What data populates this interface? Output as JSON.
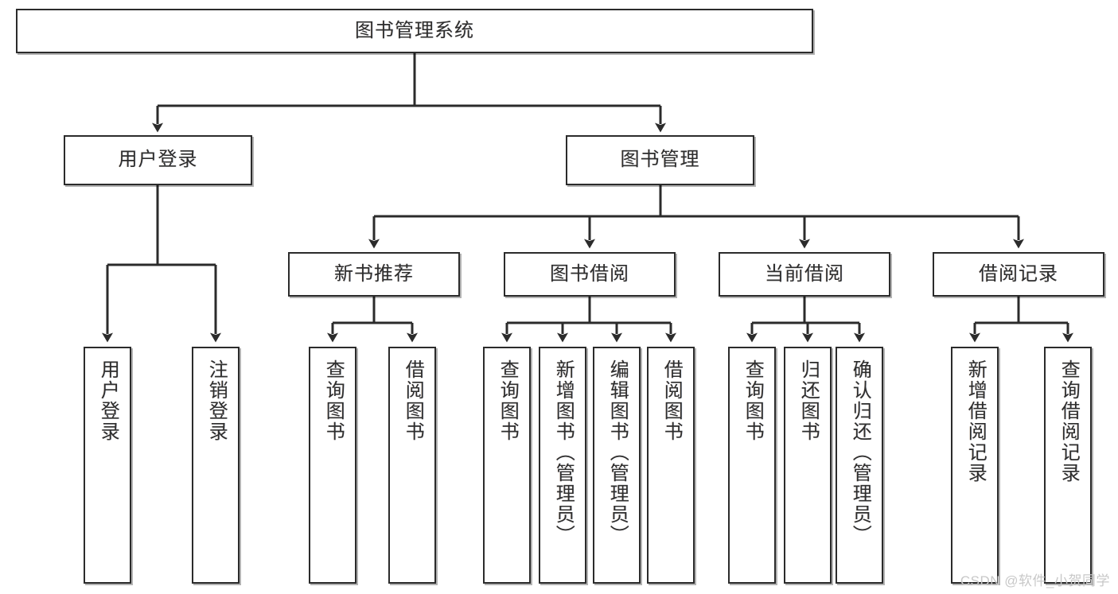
{
  "diagram": {
    "title": "图书管理系统",
    "type": "tree",
    "root": {
      "label": "图书管理系统"
    },
    "level2": [
      {
        "label": "用户登录"
      },
      {
        "label": "图书管理"
      }
    ],
    "level3": [
      {
        "label": "新书推荐"
      },
      {
        "label": "图书借阅"
      },
      {
        "label": "当前借阅"
      },
      {
        "label": "借阅记录"
      }
    ],
    "leaves": {
      "user_login": [
        {
          "label": "用户登录"
        },
        {
          "label": "注销登录"
        }
      ],
      "new_book_recommend": [
        {
          "label": "查询图书"
        },
        {
          "label": "借阅图书"
        }
      ],
      "book_borrow": [
        {
          "label": "查询图书"
        },
        {
          "label": "新增图书（管理员）"
        },
        {
          "label": "编辑图书（管理员）"
        },
        {
          "label": "借阅图书"
        }
      ],
      "current_borrow": [
        {
          "label": "查询图书"
        },
        {
          "label": "归还图书"
        },
        {
          "label": "确认归还（管理员）"
        }
      ],
      "borrow_record": [
        {
          "label": "新增借阅记录"
        },
        {
          "label": "查询借阅记录"
        }
      ]
    }
  },
  "watermark": {
    "text": "CSDN @软件_小贺同学"
  },
  "colors": {
    "stroke": "#2b2b2b",
    "text": "#2e2e2e",
    "background": "#ffffff",
    "watermark": "#c8c8c8"
  }
}
